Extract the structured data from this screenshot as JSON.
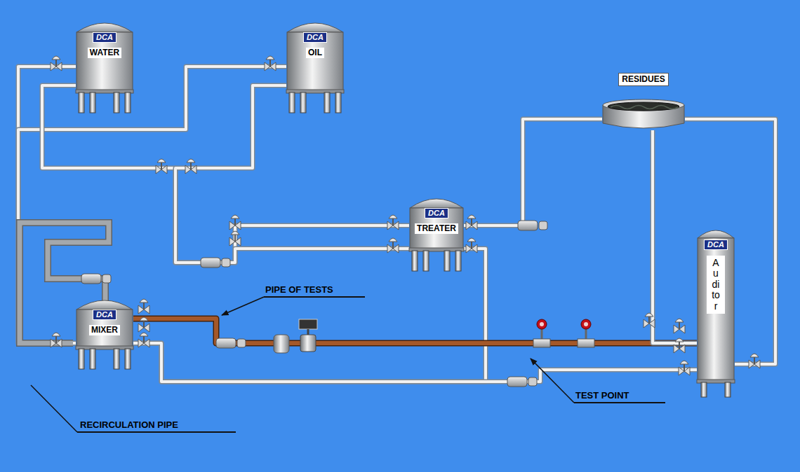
{
  "diagram": {
    "nodes": [
      {
        "text": [
          "DCA",
          "WATER"
        ]
      },
      {
        "text": [
          "DCA",
          "OIL"
        ]
      },
      {
        "text": [
          "RESIDUES"
        ]
      },
      {
        "text": [
          "DCA",
          "TREATER"
        ]
      },
      {
        "text": [
          "DCA",
          "Auditor"
        ]
      },
      {
        "text": [
          "DCA",
          "MIXER"
        ]
      }
    ],
    "edges": [
      {
        "from": 0,
        "to": 5,
        "arrow": "none"
      },
      {
        "from": 1,
        "to": 5,
        "arrow": "none"
      },
      {
        "from": 0,
        "to": 3,
        "arrow": "none"
      },
      {
        "from": 1,
        "to": 3,
        "arrow": "none"
      },
      {
        "from": 3,
        "to": 2,
        "arrow": "none"
      },
      {
        "from": 3,
        "to": 5,
        "arrow": "none"
      },
      {
        "from": 5,
        "to": 4,
        "arrow": "none"
      },
      {
        "from": 2,
        "to": 4,
        "arrow": "none"
      },
      {
        "from": 4,
        "to": 2,
        "arrow": "none"
      },
      {
        "from": 4,
        "to": 5,
        "arrow": "none"
      }
    ],
    "labels": [
      "PIPE OF TESTS",
      "TEST POINT",
      "RECIRCULATION PIPE"
    ]
  }
}
